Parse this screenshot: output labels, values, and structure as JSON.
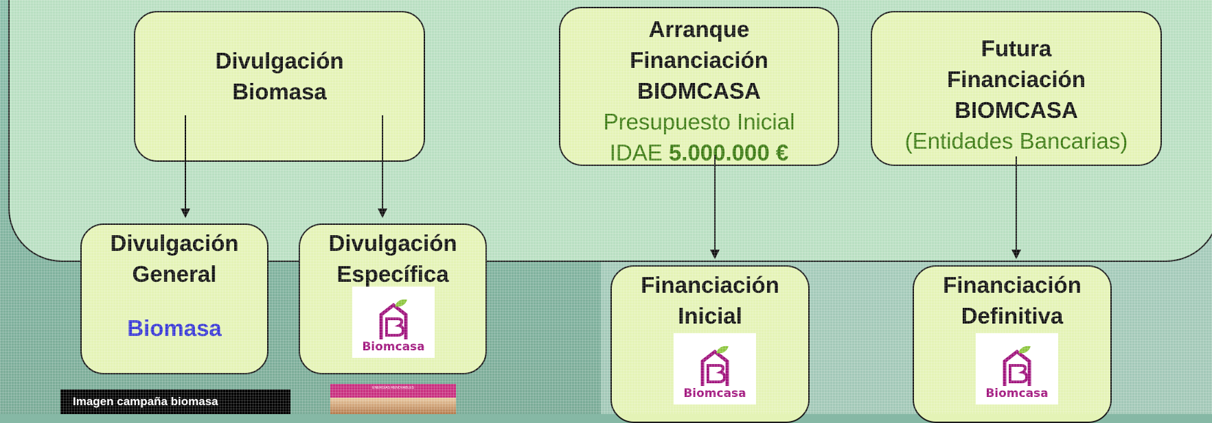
{
  "boxes": {
    "divulgacion_biomasa": {
      "line1": "Divulgación",
      "line2": "Biomasa"
    },
    "arranque": {
      "line1": "Arranque",
      "line2": "Financiación",
      "line3": "BIOMCASA",
      "line4": "Presupuesto Inicial",
      "line5a": "IDAE ",
      "line5b": "5.000.000 €"
    },
    "futura": {
      "line1": "Futura",
      "line2": "Financiación",
      "line3": "BIOMCASA",
      "line4": "(Entidades Bancarias)"
    },
    "divulgacion_general": {
      "line1": "Divulgación",
      "line2": "General",
      "line3": "Biomasa"
    },
    "divulgacion_especifica": {
      "line1": "Divulgación",
      "line2": "Específica"
    },
    "financiacion_inicial": {
      "line1": "Financiación",
      "line2": "Inicial"
    },
    "financiacion_definitiva": {
      "line1": "Financiación",
      "line2": "Definitiva"
    }
  },
  "logo_text": "Biomcasa",
  "campaign_label": "Imagen campaña biomasa",
  "brochure_caption": "ENERGÍAS RENOVABLES",
  "colors": {
    "box_fill": "#e4f3b6",
    "green_text": "#3b7a12",
    "blue_text": "#3939d6",
    "logo_magenta": "#a0137c",
    "logo_leaf": "#8dc63f"
  }
}
